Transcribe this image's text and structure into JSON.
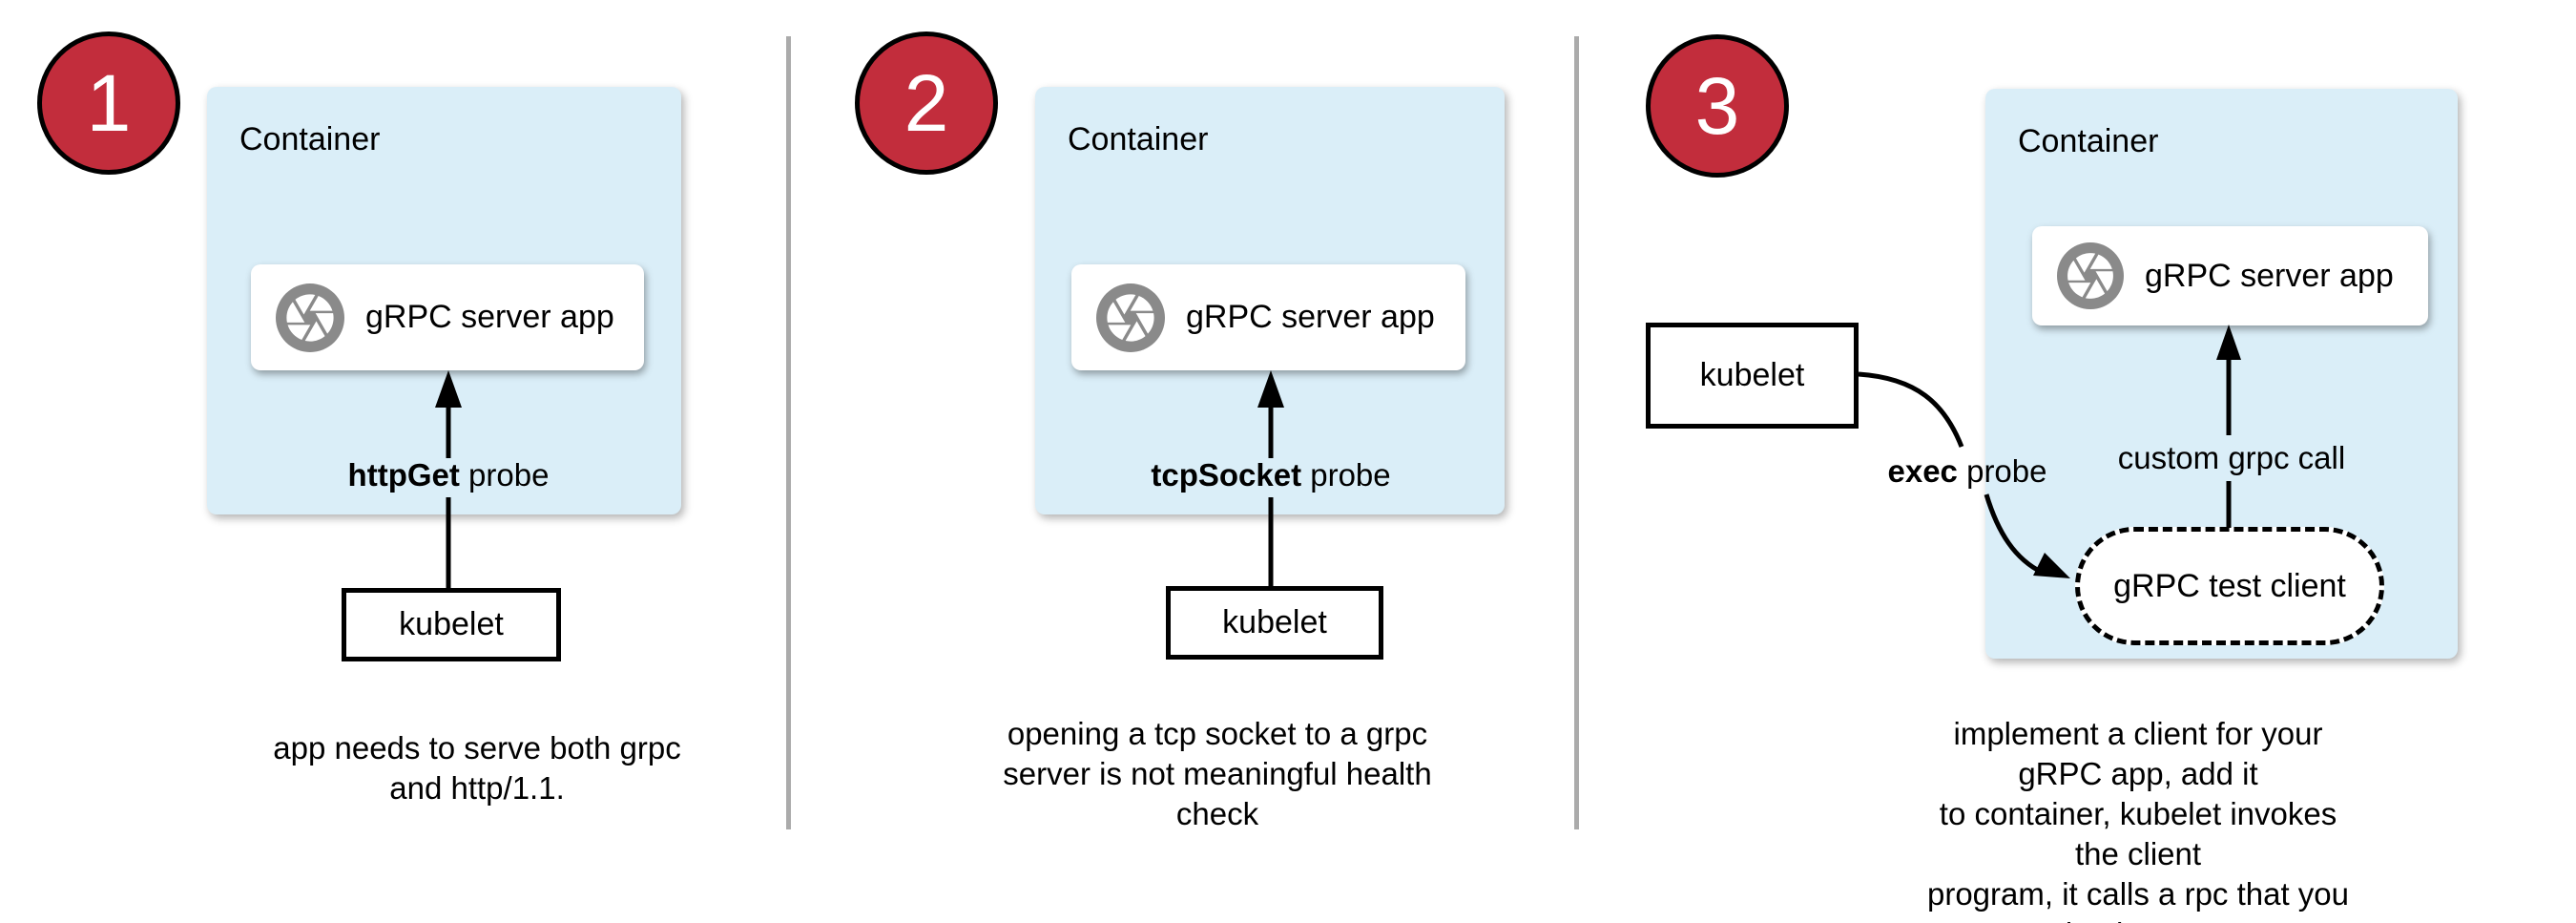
{
  "colors": {
    "badge_red": "#c22d3c",
    "container_blue": "#daeef8",
    "icon_gray": "#8a8a8a",
    "divider_gray": "#ababab"
  },
  "panels": [
    {
      "number": "1",
      "container_label": "Container",
      "app_label": "gRPC server app",
      "probe_bold": "httpGet",
      "probe_rest": " probe",
      "kubelet_label": "kubelet",
      "caption": "app needs to serve both grpc\nand http/1.1."
    },
    {
      "number": "2",
      "container_label": "Container",
      "app_label": "gRPC server app",
      "probe_bold": "tcpSocket",
      "probe_rest": " probe",
      "kubelet_label": "kubelet",
      "caption": "opening a tcp socket to a grpc\nserver is not meaningful health\ncheck"
    },
    {
      "number": "3",
      "container_label": "Container",
      "app_label": "gRPC server app",
      "probe_bold": "exec",
      "probe_rest": " probe",
      "kubelet_label": "kubelet",
      "call_label": "custom grpc call",
      "test_client_label": "gRPC test client",
      "caption": "implement a client for your gRPC app, add it\nto container, kubelet invokes the client\nprogram, it calls a rpc that you implement"
    }
  ]
}
